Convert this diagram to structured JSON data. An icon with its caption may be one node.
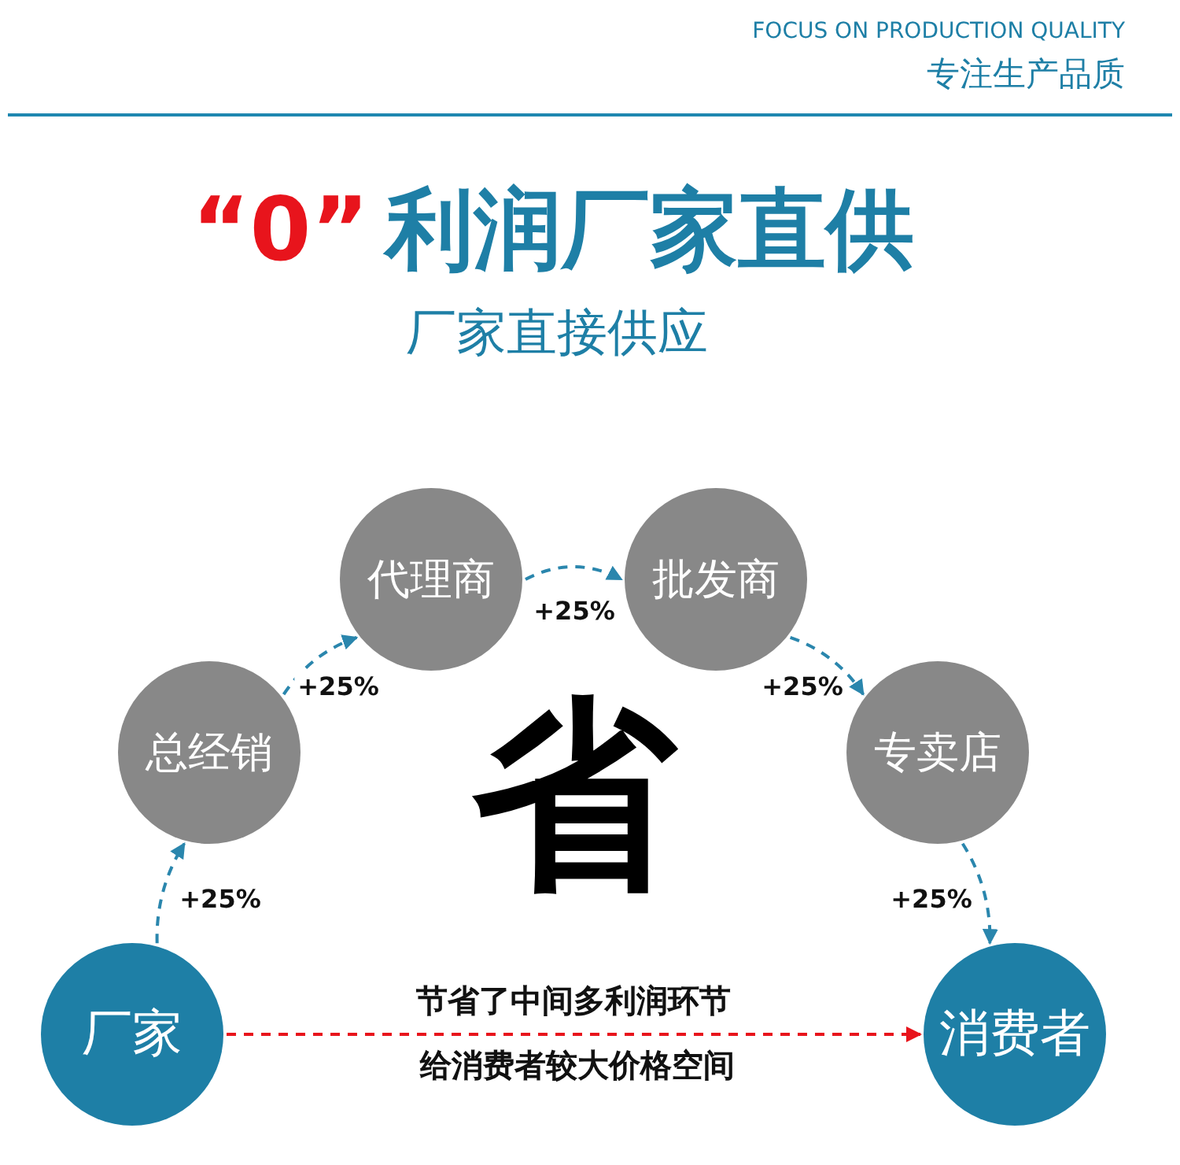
{
  "diagram": {
    "title": "利润厂家直供",
    "nodes": [
      {
        "text": [
          "厂家"
        ]
      },
      {
        "text": [
          "总经销"
        ]
      },
      {
        "text": [
          "代理商"
        ]
      },
      {
        "text": [
          "批发商"
        ]
      },
      {
        "text": [
          "专卖店"
        ]
      },
      {
        "text": [
          "消费者"
        ]
      }
    ],
    "edges": [
      {
        "from": 0,
        "to": 1,
        "arrow": "to",
        "label": "+25%",
        "style": "dashed"
      },
      {
        "from": 1,
        "to": 2,
        "arrow": "to",
        "label": "+25%",
        "style": "dashed"
      },
      {
        "from": 2,
        "to": 3,
        "arrow": "to",
        "label": "+25%",
        "style": "dashed"
      },
      {
        "from": 3,
        "to": 4,
        "arrow": "to",
        "label": "+25%",
        "style": "dashed"
      },
      {
        "from": 4,
        "to": 5,
        "arrow": "to",
        "label": "+25%",
        "style": "dashed"
      },
      {
        "from": 0,
        "to": 5,
        "arrow": "to",
        "label": "节省了中间多利润环节",
        "style": "dashed",
        "color": "#e8141c"
      }
    ],
    "labels": [
      "FOCUS ON PRODUCTION QUALITY",
      "专注生产品质",
      "“0”",
      "厂家直接供应",
      "省",
      "给消费者较大价格空间"
    ]
  }
}
